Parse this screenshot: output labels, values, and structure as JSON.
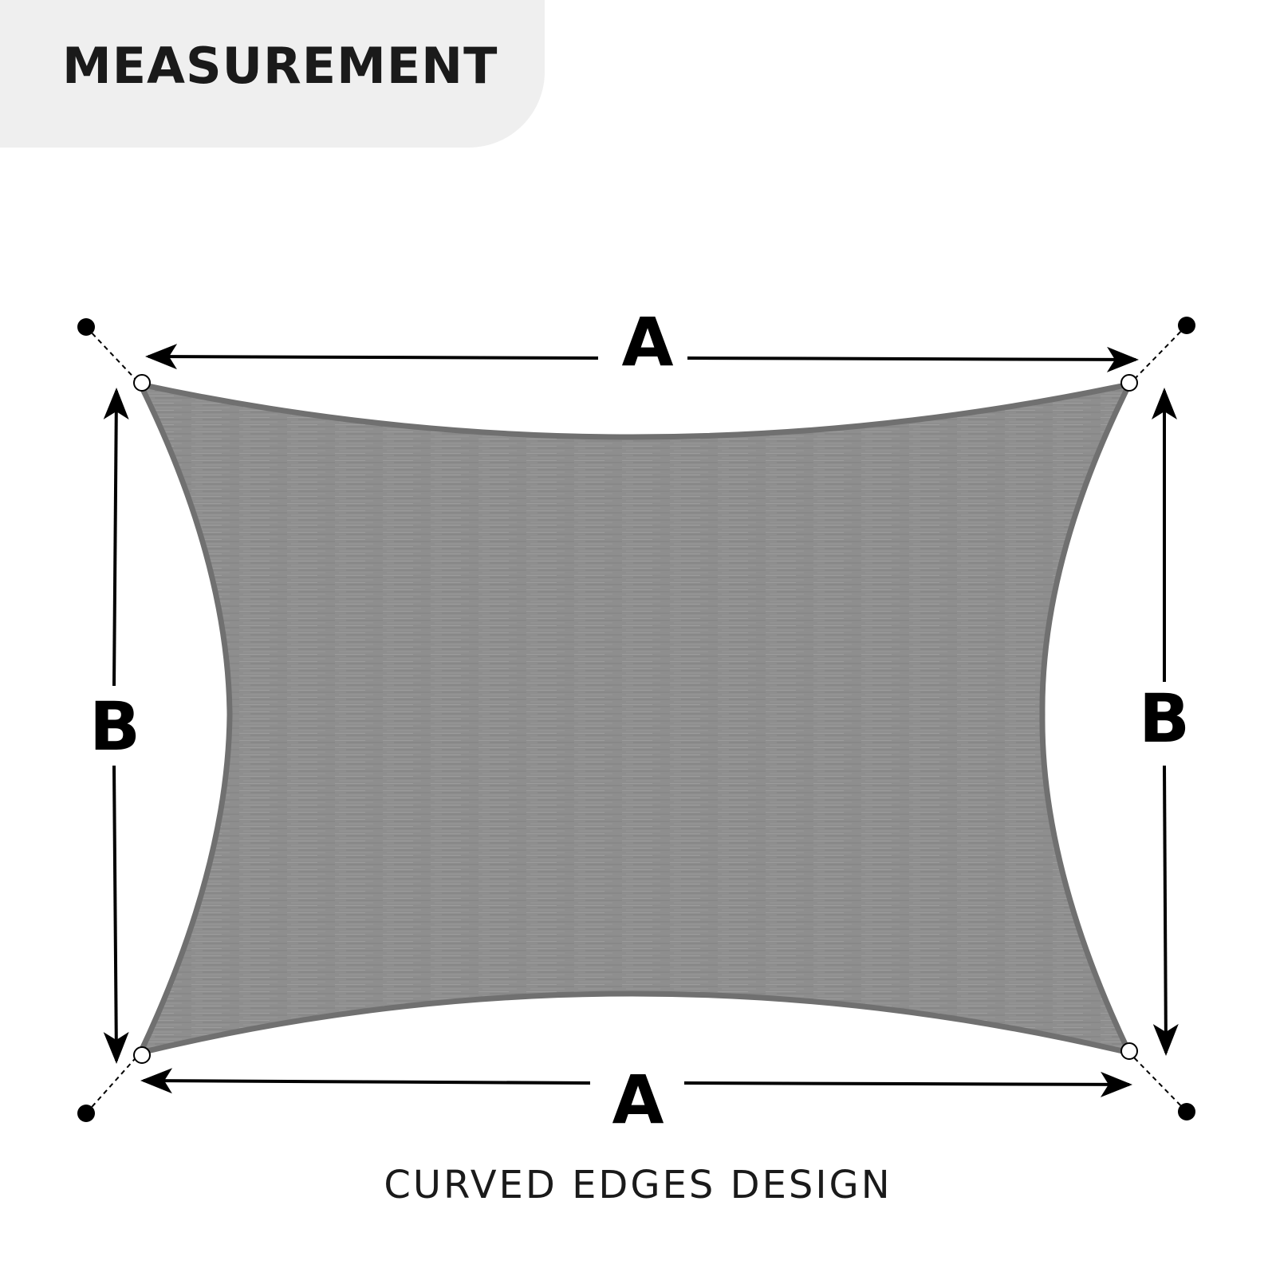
{
  "header": {
    "title": "MEASUREMENT"
  },
  "dimensions": {
    "top_label": "A",
    "bottom_label": "A",
    "left_label": "B",
    "right_label": "B"
  },
  "caption": "CURVED EDGES DESIGN",
  "colors": {
    "header_background": "#efefef",
    "sail_fill": "#8e8e8e",
    "sail_border": "#707070",
    "line": "#000000"
  }
}
